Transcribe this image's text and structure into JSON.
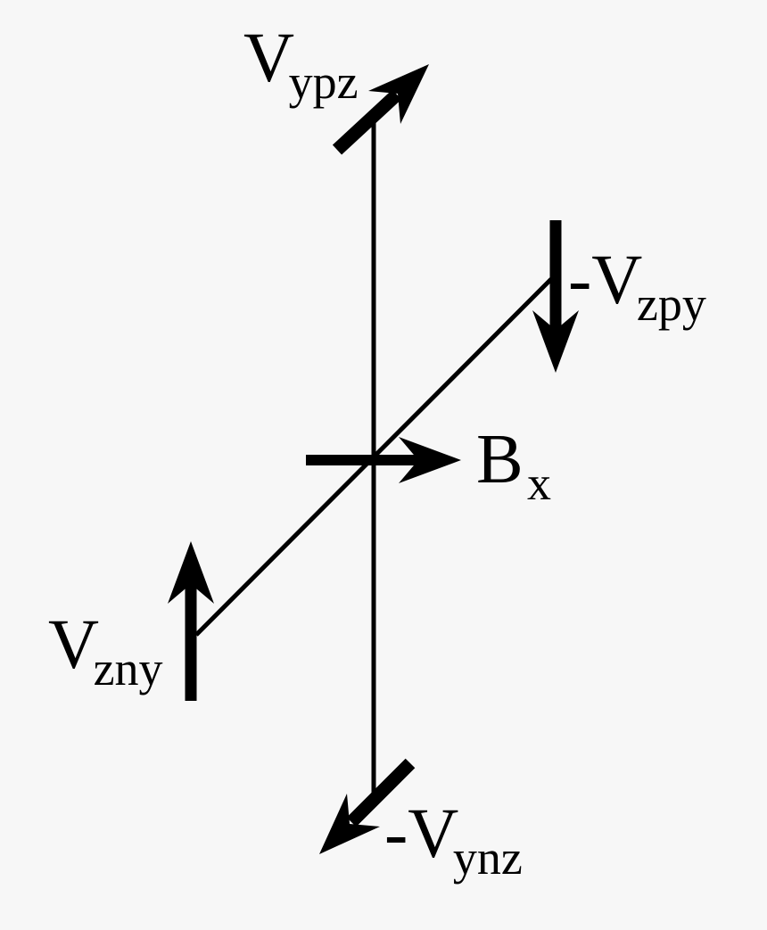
{
  "canvas": {
    "background_color": "#f7f7f7",
    "ink_color": "#000000"
  },
  "diagram": {
    "type": "vector-diagram",
    "axes": [
      {
        "id": "vertical-axis",
        "orientation": "vertical"
      },
      {
        "id": "diagonal-axis",
        "orientation": "diagonal-45deg"
      }
    ],
    "vectors": {
      "v_ypz": {
        "main": "V",
        "sub": "ypz",
        "direction": "up-right"
      },
      "neg_v_zpy": {
        "main": "-V",
        "sub": "zpy",
        "direction": "down"
      },
      "b_x": {
        "main": "B",
        "sub": "x",
        "direction": "right"
      },
      "v_zny": {
        "main": "V",
        "sub": "zny",
        "direction": "up"
      },
      "neg_v_ynz": {
        "main": "-V",
        "sub": "ynz",
        "direction": "down-left"
      }
    }
  }
}
